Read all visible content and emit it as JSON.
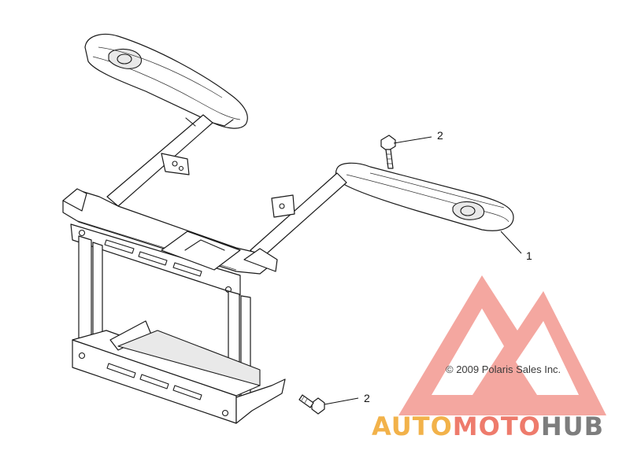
{
  "diagram": {
    "callouts": [
      {
        "id": "callout-1",
        "label": "1"
      },
      {
        "id": "callout-2a",
        "label": "2"
      },
      {
        "id": "callout-2b",
        "label": "2"
      }
    ],
    "copyright": "© 2009 Polaris Sales Inc."
  },
  "watermark": {
    "brand_part1": "AUTO",
    "brand_part2": "MOTO",
    "brand_part3": "HUB",
    "colors": {
      "triangle": "#f08a80",
      "auto": "#f2b24a",
      "moto": "#ee7b6c",
      "hub": "#7d7d7d"
    }
  }
}
